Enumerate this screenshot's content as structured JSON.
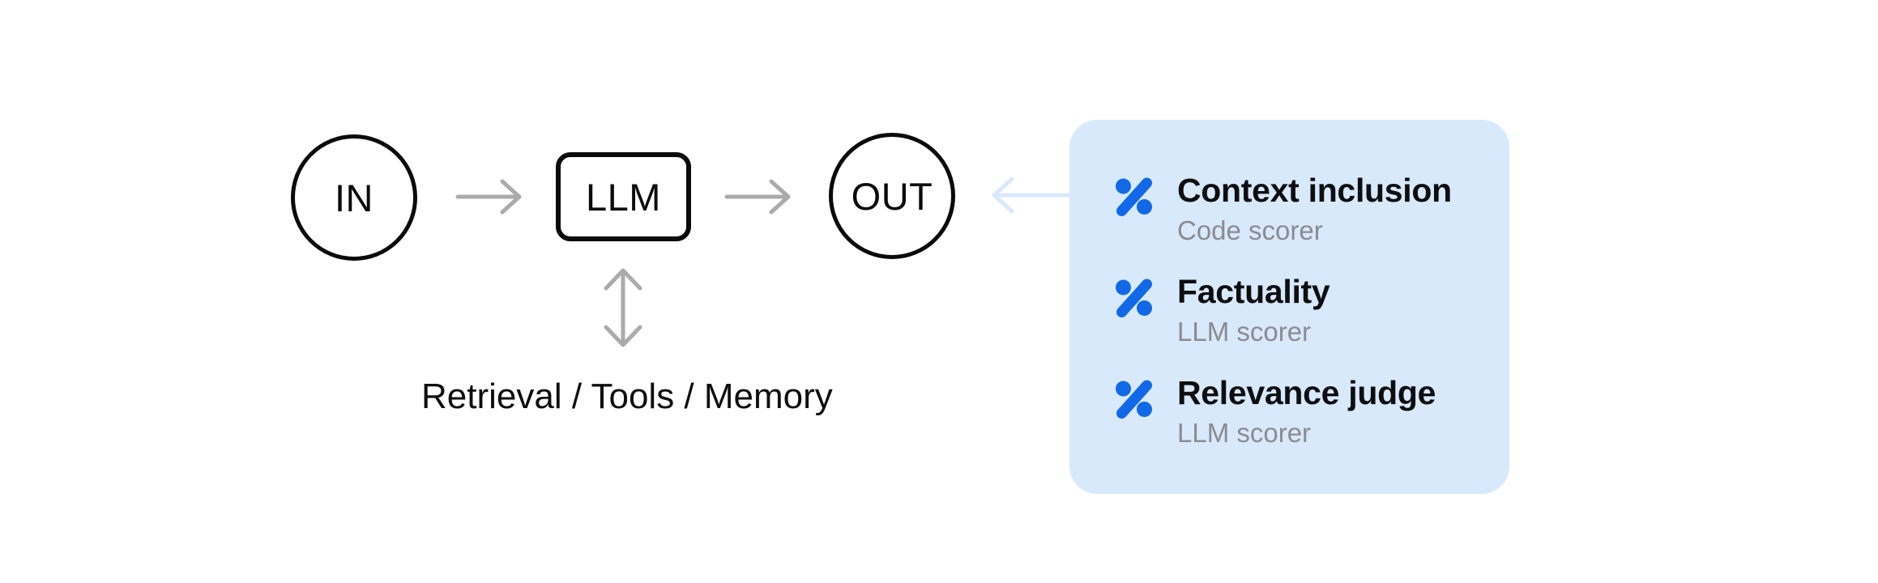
{
  "diagram": {
    "nodes": {
      "in_label": "IN",
      "llm_label": "LLM",
      "out_label": "OUT"
    },
    "bottom_label": "Retrieval / Tools / Memory",
    "arrows": [
      "arrow-in-to-llm",
      "arrow-llm-to-out",
      "arrow-panel-to-out",
      "arrow-llm-to-tools-bidirectional"
    ]
  },
  "panel": {
    "items": [
      {
        "title": "Context inclusion",
        "subtitle": "Code scorer",
        "icon": "percent-scorer-icon"
      },
      {
        "title": "Factuality",
        "subtitle": "LLM scorer",
        "icon": "percent-scorer-icon"
      },
      {
        "title": "Relevance judge",
        "subtitle": "LLM scorer",
        "icon": "percent-scorer-icon"
      }
    ]
  },
  "colors": {
    "accent_blue": "#1169E7",
    "panel_bg": "#D8E9FC",
    "arrow_gray": "#ABABAD",
    "arrow_blue": "#D9E8FB",
    "shape_black": "#0B0B0B",
    "title_color": "#0E0E10",
    "subtitle_color": "#8B8B90"
  }
}
